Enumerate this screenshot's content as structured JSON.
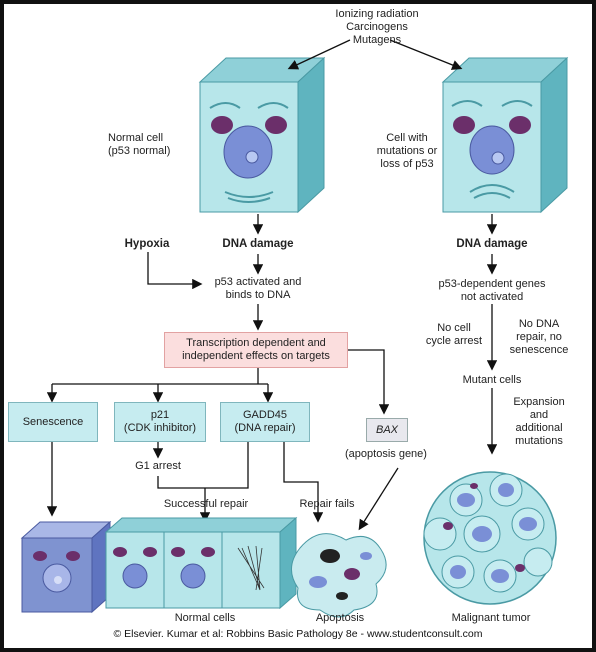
{
  "labels": {
    "top_causes": [
      "Ionizing radiation",
      "Carcinogens",
      "Mutagens"
    ],
    "normal_cell": [
      "Normal cell",
      "(p53 normal)"
    ],
    "mutant_cell": [
      "Cell with",
      "mutations or",
      "loss of p53"
    ],
    "hypoxia": "Hypoxia",
    "dna_damage_left": "DNA damage",
    "dna_damage_right": "DNA damage",
    "p53_activated": [
      "p53 activated and",
      "binds to DNA"
    ],
    "transcription": [
      "Transcription dependent and",
      "independent effects on targets"
    ],
    "senescence": "Senescence",
    "p21": [
      "p21",
      "(CDK inhibitor)"
    ],
    "gadd45": [
      "GADD45",
      "(DNA repair)"
    ],
    "bax": "BAX",
    "bax_sub": "(apoptosis gene)",
    "g1_arrest": "G1 arrest",
    "successful_repair": "Successful repair",
    "repair_fails": "Repair fails",
    "normal_cells": "Normal cells",
    "apoptosis": "Apoptosis",
    "p53_dependent_genes": [
      "p53-dependent genes",
      "not activated"
    ],
    "no_cell_cycle_arrest": [
      "No cell",
      "cycle arrest"
    ],
    "no_dna_repair": [
      "No DNA",
      "repair, no",
      "senescence"
    ],
    "mutant_cells": "Mutant cells",
    "expansion": [
      "Expansion",
      "and",
      "additional",
      "mutations"
    ],
    "malignant_tumor": "Malignant tumor"
  },
  "footer": "© Elsevier. Kumar et al: Robbins Basic Pathology 8e - www.studentconsult.com",
  "colors": {
    "cell_face": "#b7e6ea",
    "cell_side": "#5fb4bf",
    "nucleus": "#7a8fd6",
    "mitochondria": "#6b2f6a",
    "senescence_cell": "#7f93d0",
    "text_box": "#c6ecf0",
    "transcription_box": "#fbdede"
  }
}
